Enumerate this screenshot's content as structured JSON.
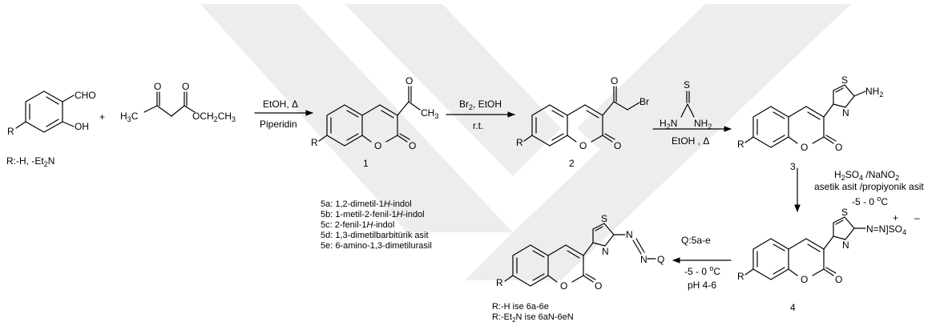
{
  "reactants": {
    "substituent": "R",
    "cho": "CHO",
    "oh": "OH",
    "r_options": "R:-H, -Et",
    "r_options_sub": "2",
    "r_options_tail": "N",
    "plus": "+",
    "ketoester_h3c": "H",
    "ketoester_h3c_sub": "3",
    "ketoester_h3c_tail": "C",
    "ketoester_o1": "O",
    "ketoester_o2": "O",
    "ketoester_o3": "O",
    "ketoester_och2ch3": "OCH",
    "ketoester_sub1": "2",
    "ketoester_ch": "CH",
    "ketoester_sub2": "3"
  },
  "step1": {
    "conditions_top": "EtOH, Δ",
    "conditions_bottom": "Piperidin"
  },
  "compound1": {
    "number": "1",
    "r": "R",
    "o_ring": "O",
    "o_carbonyl": "O",
    "o_acetyl": "O",
    "ch3": "CH",
    "ch3_sub": "3"
  },
  "step2": {
    "conditions_top": "Br",
    "conditions_top_sub": "2",
    "conditions_top_tail": ", EtOH",
    "conditions_bottom": "r.t."
  },
  "compound2": {
    "number": "2",
    "r": "R",
    "o_ring": "O",
    "o_carbonyl": "O",
    "o_keto": "O",
    "br": "Br"
  },
  "step3": {
    "thiourea_s": "S",
    "thiourea_h2n": "H",
    "thiourea_h2n_sub": "2",
    "thiourea_h2n_tail": "N",
    "thiourea_nh2": "NH",
    "thiourea_nh2_sub": "2",
    "conditions_bottom": "EtOH , Δ"
  },
  "compound3": {
    "number": "3",
    "r": "R",
    "o_ring": "O",
    "o_carbonyl": "O",
    "s": "S",
    "n": "N",
    "nh2": "NH",
    "nh2_sub": "2"
  },
  "step4": {
    "line1_a": "H",
    "line1_sub1": "2",
    "line1_b": "SO",
    "line1_sub2": "4",
    "line1_c": " /NaNO",
    "line1_sub3": "2",
    "line2": "asetik asit /propiyonik asit",
    "line3": "-5 - 0 ",
    "line3_sup": "o",
    "line3_tail": "C"
  },
  "compound4": {
    "number": "4",
    "r": "R",
    "o_ring": "O",
    "o_carbonyl": "O",
    "s": "S",
    "n": "N",
    "diazonium": "N=N]SO",
    "diazonium_sub": "4",
    "plus": "+",
    "minus": "–"
  },
  "step5": {
    "reagent": "Q:5a-e",
    "temp": "-5 - 0 ",
    "temp_sup": "o",
    "temp_tail": "C",
    "ph": "pH 4-6"
  },
  "compound6": {
    "r": "R",
    "o_ring": "O",
    "o_carbonyl": "O",
    "s": "S",
    "n": "N",
    "azo_n1": "N",
    "azo_n2": "N",
    "q": "Q"
  },
  "legend": [
    {
      "code": "5a: 1,2-dimetil-1",
      "italic": "H",
      "rest": "-indol"
    },
    {
      "code": "5b: 1-metil-2-fenil-1",
      "italic": "H",
      "rest": "-indol"
    },
    {
      "code": "5c: 2-fenil-1",
      "italic": "H",
      "rest": "-indol"
    },
    {
      "code": "5d: 1,3-dimetilbarbitürik asit",
      "italic": "",
      "rest": ""
    },
    {
      "code": "5e:  6-amino-1,3-dimetilurasil",
      "italic": "",
      "rest": ""
    }
  ],
  "note": {
    "line1": "R:-H ise 6a-6e",
    "line2_a": "R:-Et",
    "line2_sub": "2",
    "line2_b": "N ise 6aN-6eN"
  }
}
